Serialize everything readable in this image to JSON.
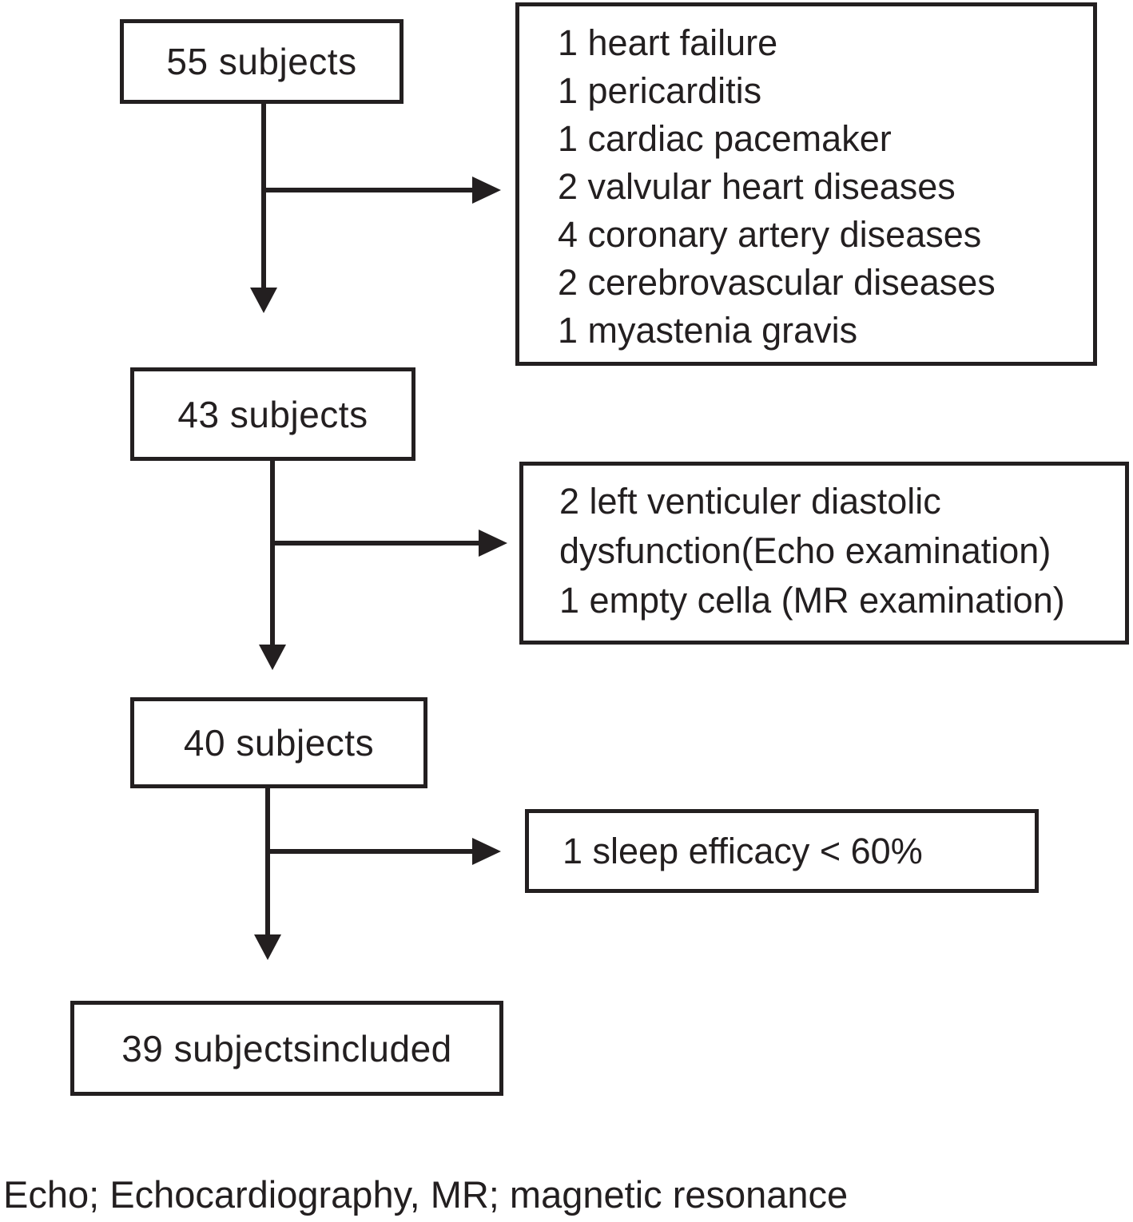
{
  "diagram": {
    "title": "subject exclusion flowchart",
    "nodes": [
      {
        "label": "55 subjects"
      },
      {
        "label": "43 subjects"
      },
      {
        "label": "40 subjects"
      },
      {
        "label": "39 subjectsincluded"
      }
    ],
    "exclusions": [
      {
        "lines": [
          "1 heart failure",
          "1 pericarditis",
          "1 cardiac pacemaker",
          "2 valvular heart diseases",
          "4 coronary artery diseases",
          "2 cerebrovascular diseases",
          "1 myastenia gravis"
        ]
      },
      {
        "lines": [
          "2 left venticuler diastolic",
          "dysfunction(Echo examination)",
          "1 empty cella (MR examination)"
        ]
      },
      {
        "lines": [
          "1 sleep efficacy < 60%"
        ]
      }
    ],
    "footnote": "Echo; Echocardiography, MR; magnetic resonance",
    "colors": {
      "ink": "#231f20",
      "background": "#ffffff"
    }
  }
}
